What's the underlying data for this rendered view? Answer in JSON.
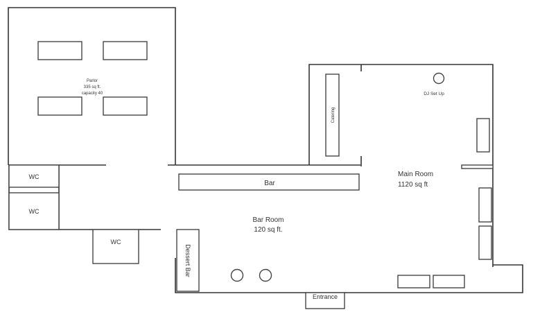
{
  "rooms": {
    "parlor": {
      "name": "Parlor",
      "area": "335 sq ft.",
      "capacity": "capacity 40"
    },
    "bar_room": {
      "name": "Bar Room",
      "area": "120 sq ft."
    },
    "main_room": {
      "name": "Main Room",
      "area": "1120 sq ft"
    }
  },
  "fixtures": {
    "bar": "Bar",
    "dessert_bar": "Dessert  Bar",
    "catering": "Catering",
    "dj": "DJ Set Up",
    "wc": [
      "WC",
      "WC",
      "WC"
    ],
    "entrance": "Entrance"
  }
}
